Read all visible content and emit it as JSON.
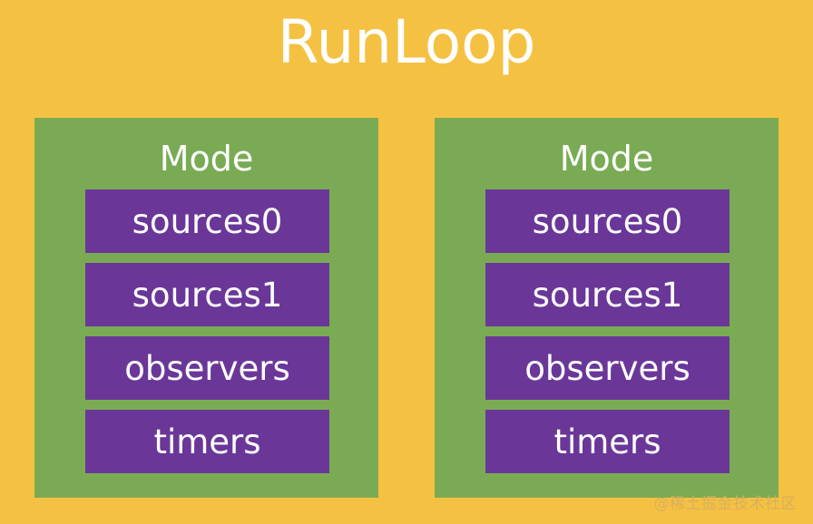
{
  "title": "RunLoop",
  "modes": [
    {
      "title": "Mode",
      "items": [
        "sources0",
        "sources1",
        "observers",
        "timers"
      ]
    },
    {
      "title": "Mode",
      "items": [
        "sources0",
        "sources1",
        "observers",
        "timers"
      ]
    }
  ],
  "watermark": "@稀土掘金技术社区",
  "colors": {
    "background": "#f5c143",
    "mode_box": "#7aab54",
    "item_box": "#6a3799",
    "text": "#ffffff"
  }
}
